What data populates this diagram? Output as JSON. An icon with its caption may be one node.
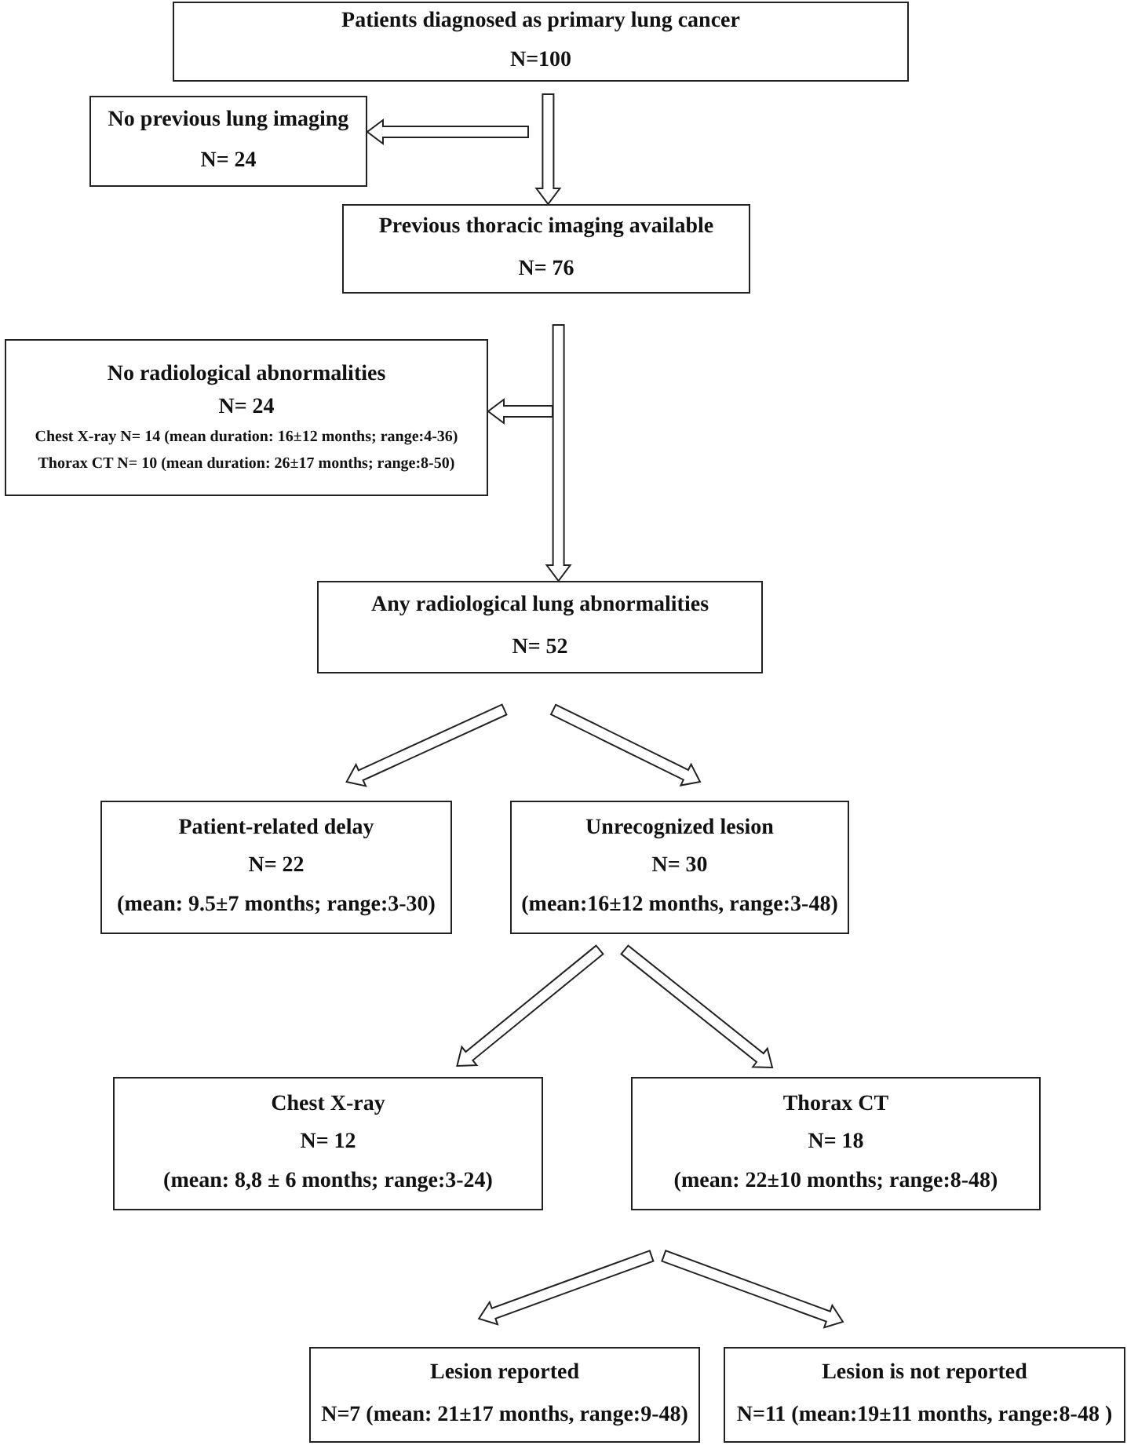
{
  "diagram": {
    "nodes": [
      {
        "text": [
          "Patients diagnosed as primary lung cancer",
          "N=100"
        ]
      },
      {
        "text": [
          "No previous lung imaging",
          "N= 24"
        ]
      },
      {
        "text": [
          "Previous thoracic imaging available",
          "N= 76"
        ]
      },
      {
        "text": [
          "No radiological abnormalities",
          "N= 24",
          "Chest X-ray  N= 14 (mean duration: 16±12 months; range:4-36)",
          "Thorax CT  N= 10 (mean duration: 26±17 months; range:8-50)"
        ]
      },
      {
        "text": [
          "Any radiological lung abnormalities",
          "N= 52"
        ]
      },
      {
        "text": [
          "Patient-related delay",
          "N= 22",
          "(mean: 9.5±7 months; range:3-30)"
        ]
      },
      {
        "text": [
          "Unrecognized lesion",
          "N= 30",
          "(mean:16±12 months, range:3-48)"
        ]
      },
      {
        "text": [
          "Chest X-ray",
          "N= 12",
          "(mean: 8,8 ± 6 months; range:3-24)"
        ]
      },
      {
        "text": [
          "Thorax CT",
          "N= 18",
          "(mean: 22±10 months; range:8-48)"
        ]
      },
      {
        "text": [
          "Lesion reported",
          "N=7 (mean: 21±17 months, range:9-48)"
        ]
      },
      {
        "text": [
          "Lesion is not reported",
          "N=11 (mean:19±11 months,  range:8-48 )"
        ]
      }
    ],
    "edges": [
      {
        "from": 0,
        "to": 2,
        "arrow": "to"
      },
      {
        "from": 0,
        "to": 1,
        "arrow": "to"
      },
      {
        "from": 2,
        "to": 4,
        "arrow": "to"
      },
      {
        "from": null,
        "to": 3,
        "arrow": "to"
      },
      {
        "from": 4,
        "to": 5,
        "arrow": "to"
      },
      {
        "from": 4,
        "to": 6,
        "arrow": "to"
      },
      {
        "from": 6,
        "to": 7,
        "arrow": "to"
      },
      {
        "from": 6,
        "to": 8,
        "arrow": "to"
      },
      {
        "from": 8,
        "to": 9,
        "arrow": "to"
      },
      {
        "from": 8,
        "to": 10,
        "arrow": "to"
      }
    ]
  }
}
